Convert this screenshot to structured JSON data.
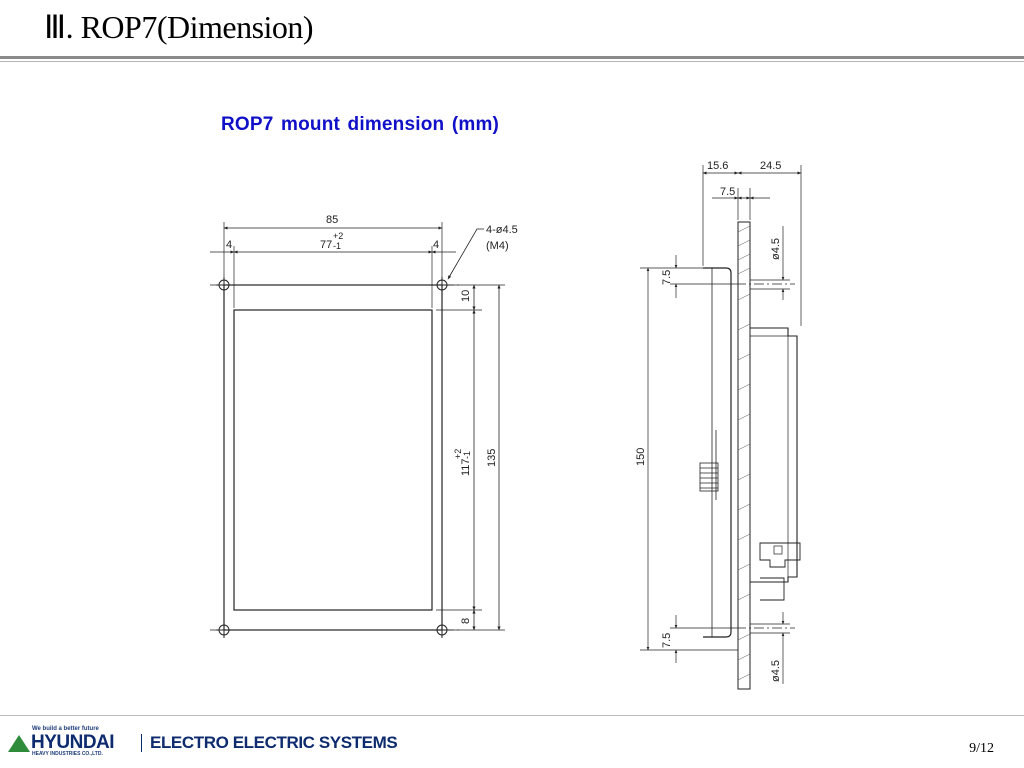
{
  "slide": {
    "title": "Ⅲ. ROP7(Dimension)",
    "subtitle": "ROP7 mount dimension (mm)",
    "page_number": "9/12"
  },
  "front_view": {
    "width": "85",
    "inner_width": "77",
    "inner_width_tol_plus": "+2",
    "inner_width_tol_minus": "-1",
    "left_margin": "4",
    "right_margin": "4",
    "hole_spec": "4-ø4.5",
    "hole_thread": "(M4)",
    "top_margin": "10",
    "inner_height": "117",
    "inner_height_tol_plus": "+2",
    "inner_height_tol_minus": "-1",
    "height": "135",
    "bottom_margin": "8"
  },
  "side_view": {
    "depth_1": "15.6",
    "depth_2": "24.5",
    "plate_thickness": "7.5",
    "top_hole_dia": "ø4.5",
    "top_hole_offset": "7.5",
    "height": "150",
    "bottom_hole_offset": "7.5",
    "bottom_hole_dia": "ø4.5"
  },
  "footer": {
    "logo_tagline": "We build a better future",
    "logo_brand": "HYUNDAI",
    "logo_subtitle": "HEAVY INDUSTRIES CO.,LTD.",
    "logo_division": "ELECTRO ELECTRIC SYSTEMS"
  },
  "colors": {
    "subtitle": "#1010c8",
    "logo_navy": "#0d2b6e",
    "logo_green": "#2e8b3a"
  }
}
